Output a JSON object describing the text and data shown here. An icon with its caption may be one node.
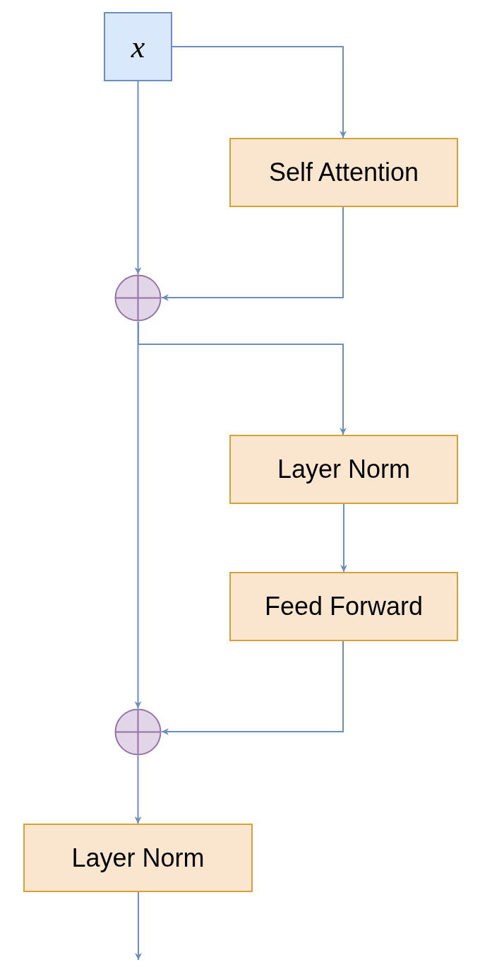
{
  "diagram": {
    "nodes": [
      {
        "text": [
          "x"
        ]
      },
      {
        "text": [
          "Self Attention"
        ]
      },
      {
        "text": [],
        "shape": "circle"
      },
      {
        "text": [
          "Layer Norm"
        ]
      },
      {
        "text": [
          "Feed Forward"
        ]
      },
      {
        "text": [],
        "shape": "circle"
      },
      {
        "text": [
          "Layer Norm"
        ]
      }
    ],
    "edges": [
      {
        "from": 0,
        "to": 1,
        "arrow": "to"
      },
      {
        "from": 0,
        "to": 2,
        "arrow": "to"
      },
      {
        "from": 1,
        "to": 2,
        "arrow": "to"
      },
      {
        "from": 2,
        "to": 3,
        "arrow": "to"
      },
      {
        "from": 2,
        "to": 5,
        "arrow": "to"
      },
      {
        "from": 3,
        "to": 4,
        "arrow": "to"
      },
      {
        "from": 4,
        "to": 5,
        "arrow": "to"
      },
      {
        "from": 5,
        "to": 6,
        "arrow": "to"
      },
      {
        "from": 6,
        "to": null,
        "arrow": "to"
      }
    ]
  }
}
